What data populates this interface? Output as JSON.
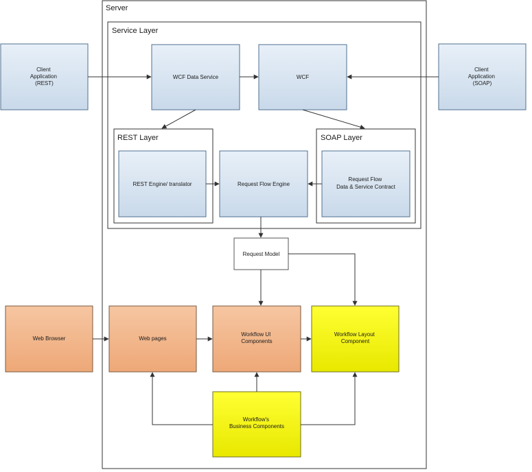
{
  "containers": {
    "server": "Server",
    "service_layer": "Service Layer",
    "rest_layer": "REST Layer",
    "soap_layer": "SOAP Layer"
  },
  "nodes": {
    "client_rest": [
      "Client",
      "Application",
      "(REST)"
    ],
    "client_soap": [
      "Client",
      "Application",
      "(SOAP)"
    ],
    "wcf_data_service": [
      "WCF Data Service"
    ],
    "wcf": [
      "WCF"
    ],
    "rest_engine": [
      "REST Engine/ translator"
    ],
    "request_flow_engine": [
      "Request Flow Engine"
    ],
    "request_flow_contract": [
      "Request Flow",
      "Data & Service Contract"
    ],
    "request_model": [
      "Request Model"
    ],
    "web_browser": [
      "Web Browser"
    ],
    "web_pages": [
      "Web pages"
    ],
    "workflow_ui": [
      "Workflow UI",
      "Components"
    ],
    "workflow_layout": [
      "Workflow Layout",
      "Component"
    ],
    "business_components": [
      "Workflow's",
      "Business Components"
    ]
  },
  "colors": {
    "service_box_fill": "#d6e3f0",
    "orange_box_fill": "#f2b48a",
    "yellow_box_fill": "#f5f500",
    "request_model_fill": "#ffffff",
    "stroke": "#333333"
  }
}
